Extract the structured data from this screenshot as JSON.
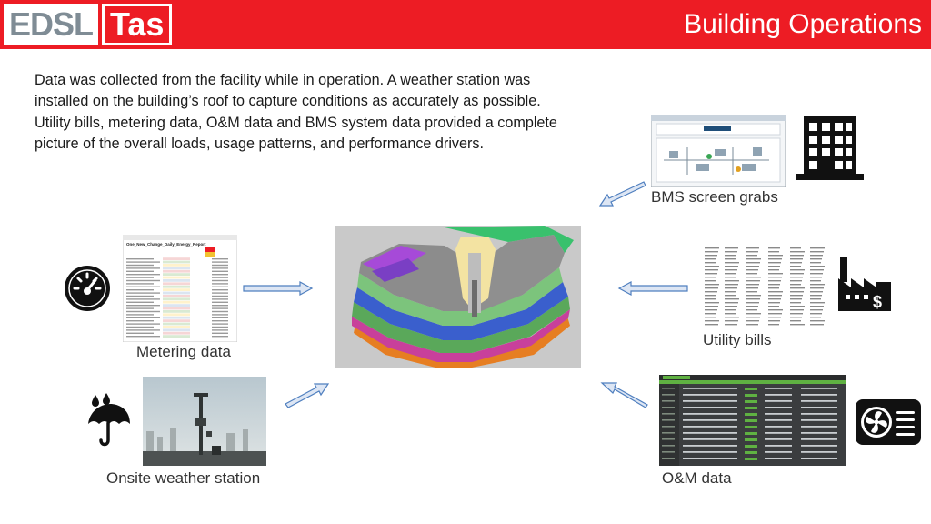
{
  "header": {
    "logo_left": "EDSL",
    "logo_right": "Tas",
    "title": "Building Operations",
    "color": "#ed1c24"
  },
  "intro_text": "Data was collected from the facility while in operation.  A weather station was installed on the building’s roof to capture conditions as accurately as possible.  Utility bills, metering data, O&M data and BMS system data provided a complete picture of the overall loads, usage patterns, and performance drivers.",
  "sources": [
    {
      "id": "bms",
      "caption": "BMS screen grabs",
      "icon": "office-building-icon"
    },
    {
      "id": "metering",
      "caption": "Metering data",
      "icon": "gauge-icon",
      "sheet_title": "One_New_Change_Daily_Energy_Report"
    },
    {
      "id": "utility",
      "caption": "Utility bills",
      "icon": "factory-dollar-icon"
    },
    {
      "id": "weather",
      "caption": "Onsite weather station",
      "icon": "umbrella-rain-icon"
    },
    {
      "id": "om",
      "caption": "O&M data",
      "icon": "hvac-fan-icon"
    }
  ],
  "colors": {
    "arrow_fill": "#dde6f4",
    "arrow_stroke": "#4f7fbf",
    "icon": "#111111"
  }
}
